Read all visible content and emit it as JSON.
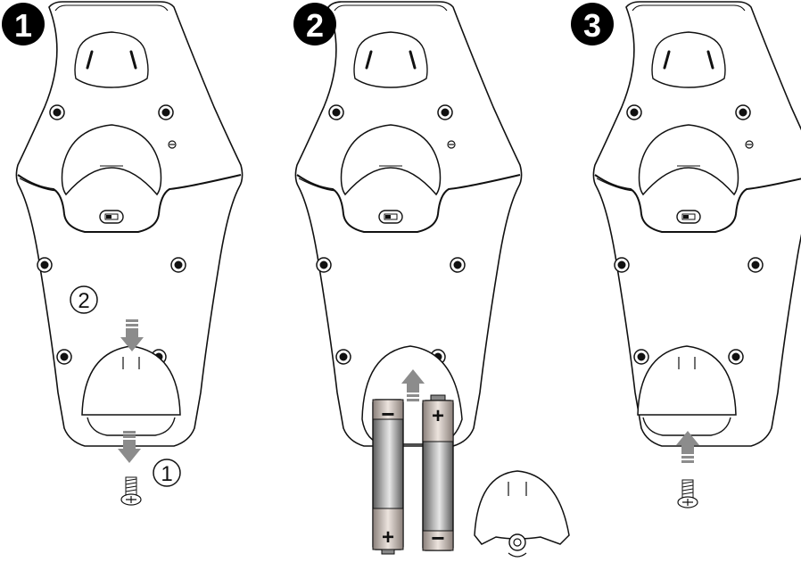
{
  "steps": [
    {
      "number": "1",
      "callouts": [
        "1",
        "2"
      ]
    },
    {
      "number": "2",
      "battery_signs": {
        "left_top": "−",
        "left_bottom": "+",
        "right_top": "+",
        "right_bottom": "−"
      }
    },
    {
      "number": "3"
    }
  ],
  "colors": {
    "outline": "#111111",
    "badge": "#000000",
    "arrow": "#8c8c8c",
    "battery_dark": "#5a5a5a",
    "battery_light": "#d9d9d9"
  }
}
